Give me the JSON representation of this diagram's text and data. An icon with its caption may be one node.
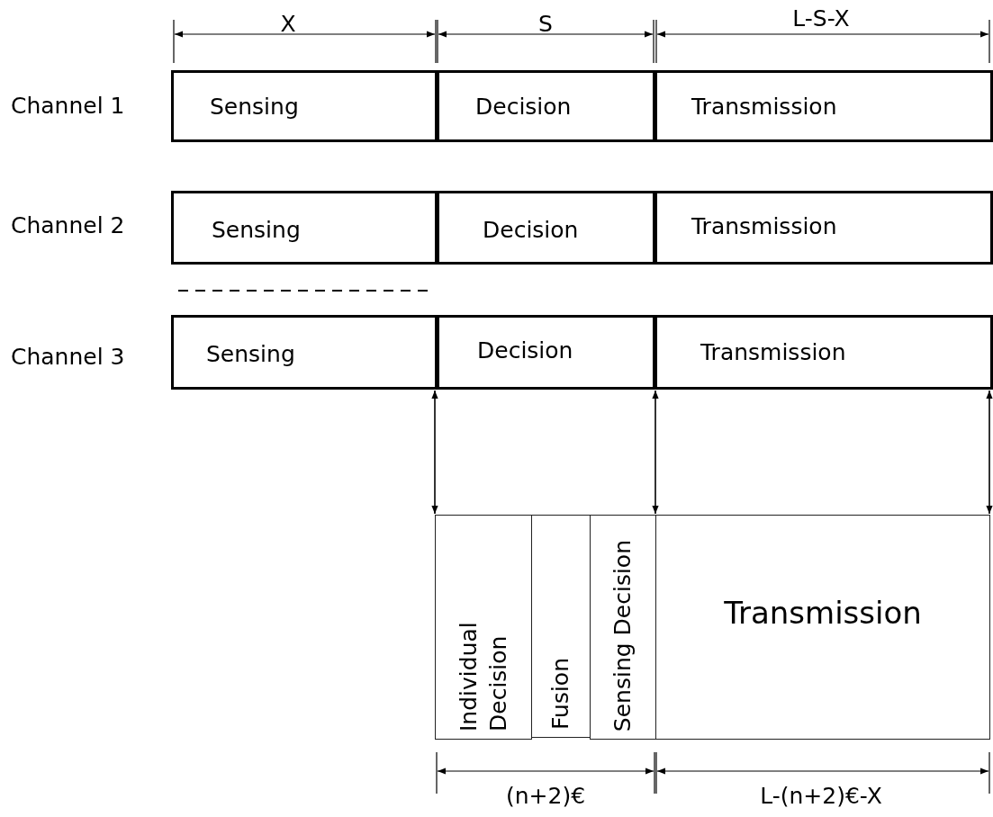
{
  "diagram": {
    "nodes": [
      {
        "text": [
          "Sensing"
        ]
      },
      {
        "text": [
          "Decision"
        ]
      },
      {
        "text": [
          "Transmission"
        ]
      },
      {
        "text": [
          "Sensing"
        ]
      },
      {
        "text": [
          "Decision"
        ]
      },
      {
        "text": [
          "Transmission"
        ]
      },
      {
        "text": [
          "Sensing"
        ]
      },
      {
        "text": [
          "Decision"
        ]
      },
      {
        "text": [
          "Transmission"
        ]
      },
      {
        "text": [
          "Individual Decision"
        ]
      },
      {
        "text": [
          "Fusion"
        ]
      },
      {
        "text": [
          "Sensing Decision"
        ]
      },
      {
        "text": [
          "Transmission"
        ]
      }
    ],
    "edges": [
      {
        "from": 7,
        "to": 9,
        "arrow": "both"
      },
      {
        "from": 7,
        "to": 11,
        "arrow": "both"
      },
      {
        "from": 8,
        "to": 12,
        "arrow": "both"
      }
    ],
    "labels": [
      "X",
      "S",
      "L-S-X",
      "Channel 1",
      "Channel 2",
      "Channel 3",
      "(n+2)€",
      "L-(n+2)€-X"
    ]
  }
}
